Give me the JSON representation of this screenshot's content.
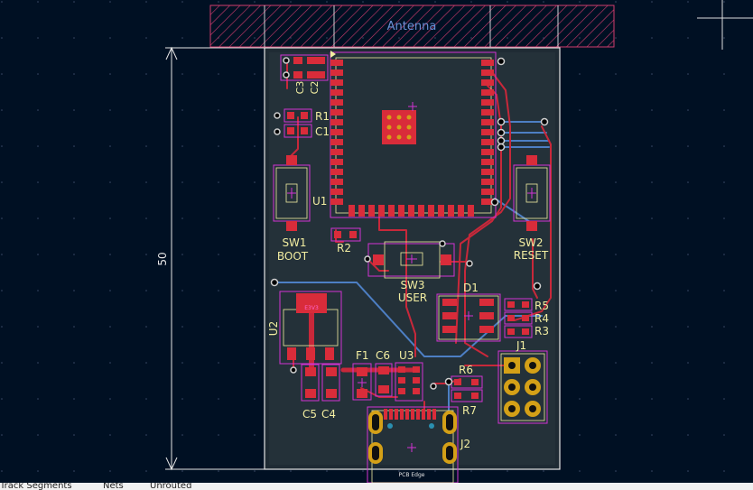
{
  "board": {
    "antenna_label": "Antenna",
    "pcb_edge_label": "PCB Edge",
    "dimension_label": "50",
    "ic_tag": "E3V3"
  },
  "components": {
    "C3": "C3",
    "C2": "C2",
    "R1": "R1",
    "C1": "C1",
    "U1": "U1",
    "SW1": "SW1",
    "BOOT": "BOOT",
    "R2": "R2",
    "SW2": "SW2",
    "RESET": "RESET",
    "SW3": "SW3",
    "USER": "USER",
    "D1": "D1",
    "R5": "R5",
    "R4": "R4",
    "R3": "R3",
    "U2": "U2",
    "F1": "F1",
    "C6": "C6",
    "U3": "U3",
    "R6": "R6",
    "J1": "J1",
    "R7": "R7",
    "J2": "J2",
    "C5": "C5",
    "C4": "C4"
  },
  "status_bar": {
    "track_segments": "Track Segments",
    "nets": "Nets",
    "unrouted": "Unrouted"
  },
  "colors": {
    "background": "#001023",
    "copper_front": "#d92c3a",
    "copper_back": "#4d7fc4",
    "silkscreen": "#f2eda1",
    "courtyard": "#d233d2",
    "edge_cuts": "#e6e6e6"
  }
}
